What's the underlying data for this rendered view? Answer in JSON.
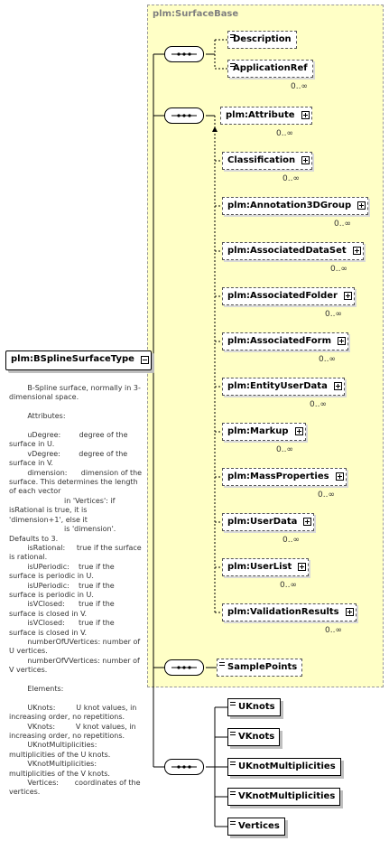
{
  "root": {
    "label": "plm:BSplineSurfaceType"
  },
  "documentation": "        B-Spline surface, normally in 3-dimensional space.\n\n        Attributes:\n\n        uDegree:        degree of the surface in U.\n        vDegree:        degree of the surface in V.\n        dimension:      dimension of the surface. This determines the length of each vector\n                        in 'Vertices': if isRational is true, it is 'dimension+1', else it\n                        is 'dimension'.  Defaults to 3.\n        isRational:     true if the surface is rational.\n        isUPeriodic:    true if the surface is periodic in U.\n        isUPeriodic:    true if the surface is periodic in U.\n        isVClosed:      true if the surface is closed in V.\n        isVClosed:      true if the surface is closed in V.\n        numberOfUVertices: number of U vertices.\n        numberOfVVertices: number of V vertices.\n\n        Elements:\n\n        UKnots:         U knot values, in increasing order, no repetitions.\n        VKnots:         V knot values, in increasing order, no repetitions.\n        UKnotMultiplicities: multiplicities of the U knots.\n        VKnotMultiplicities: multiplicities of the V knots.\n        Vertices:       coordinates of the vertices.",
  "base": {
    "title": "plm:SurfaceBase",
    "group1": [
      {
        "label": "Description",
        "cardinality": ""
      },
      {
        "label": "ApplicationRef",
        "cardinality": "0..∞"
      }
    ],
    "group2": [
      {
        "label": "plm:Attribute",
        "cardinality": "0..∞"
      },
      {
        "label": "Classification",
        "cardinality": "0..∞"
      },
      {
        "label": "plm:Annotation3DGroup",
        "cardinality": "0..∞"
      },
      {
        "label": "plm:AssociatedDataSet",
        "cardinality": "0..∞"
      },
      {
        "label": "plm:AssociatedFolder",
        "cardinality": "0..∞"
      },
      {
        "label": "plm:AssociatedForm",
        "cardinality": "0..∞"
      },
      {
        "label": "plm:EntityUserData",
        "cardinality": "0..∞"
      },
      {
        "label": "plm:Markup",
        "cardinality": "0..∞"
      },
      {
        "label": "plm:MassProperties",
        "cardinality": "0..∞"
      },
      {
        "label": "plm:UserData",
        "cardinality": "0..∞"
      },
      {
        "label": "plm:UserList",
        "cardinality": "0..∞"
      },
      {
        "label": "plm:ValidationResults",
        "cardinality": "0..∞"
      }
    ],
    "sample_points": "SamplePoints"
  },
  "group4": [
    {
      "label": "UKnots"
    },
    {
      "label": "VKnots"
    },
    {
      "label": "UKnotMultiplicities"
    },
    {
      "label": "VKnotMultiplicities"
    },
    {
      "label": "Vertices"
    }
  ]
}
